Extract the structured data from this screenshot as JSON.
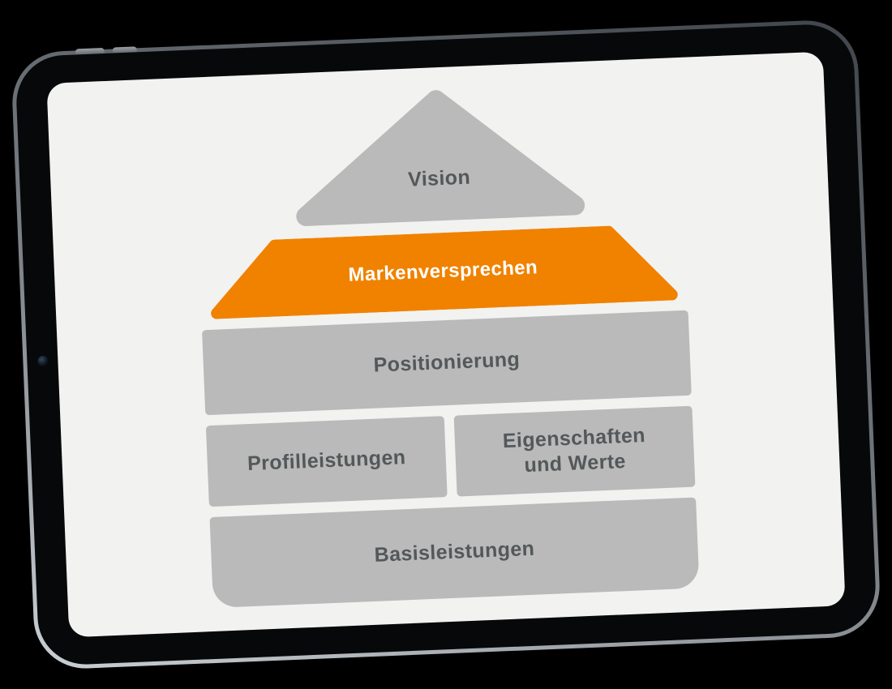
{
  "page": {
    "background_color": "#000000"
  },
  "device": {
    "type": "tablet",
    "orientation": "landscape",
    "screen_color": "#F2F2F1",
    "frame_color": "#070809",
    "rim_color_dark": "#3F454B",
    "rim_color_light": "#C9CFD3",
    "icons": {
      "front_camera": "dark-circular-lens-dot",
      "volume_buttons": "pill-shaped-edge-buttons"
    }
  },
  "diagram": {
    "type": "brand-pyramid-house",
    "gap_color": "#F2F2F1",
    "levels": [
      {
        "id": "vision",
        "label": "Vision",
        "shape": "triangle",
        "fill": "#B9BAB9",
        "text_color": "#54585A"
      },
      {
        "id": "markenversprechen",
        "label": "Markenversprechen",
        "shape": "trapezoid-roof",
        "fill": "#F08200",
        "text_color": "#FFFFFF"
      },
      {
        "id": "positionierung",
        "label": "Positionierung",
        "shape": "bar",
        "fill": "#B9BAB9",
        "text_color": "#54585A"
      },
      {
        "id": "profilleistungen",
        "label": "Profilleistungen",
        "shape": "box-left",
        "fill": "#B9BAB9",
        "text_color": "#54585A"
      },
      {
        "id": "eigenschaften_und_werte",
        "label": "Eigenschaften und Werte",
        "shape": "box-right",
        "fill": "#B9BAB9",
        "text_color": "#54585A"
      },
      {
        "id": "basisleistungen",
        "label": "Basisleistungen",
        "shape": "bar-rounded-bottom",
        "fill": "#B9BAB9",
        "text_color": "#54585A"
      }
    ]
  }
}
